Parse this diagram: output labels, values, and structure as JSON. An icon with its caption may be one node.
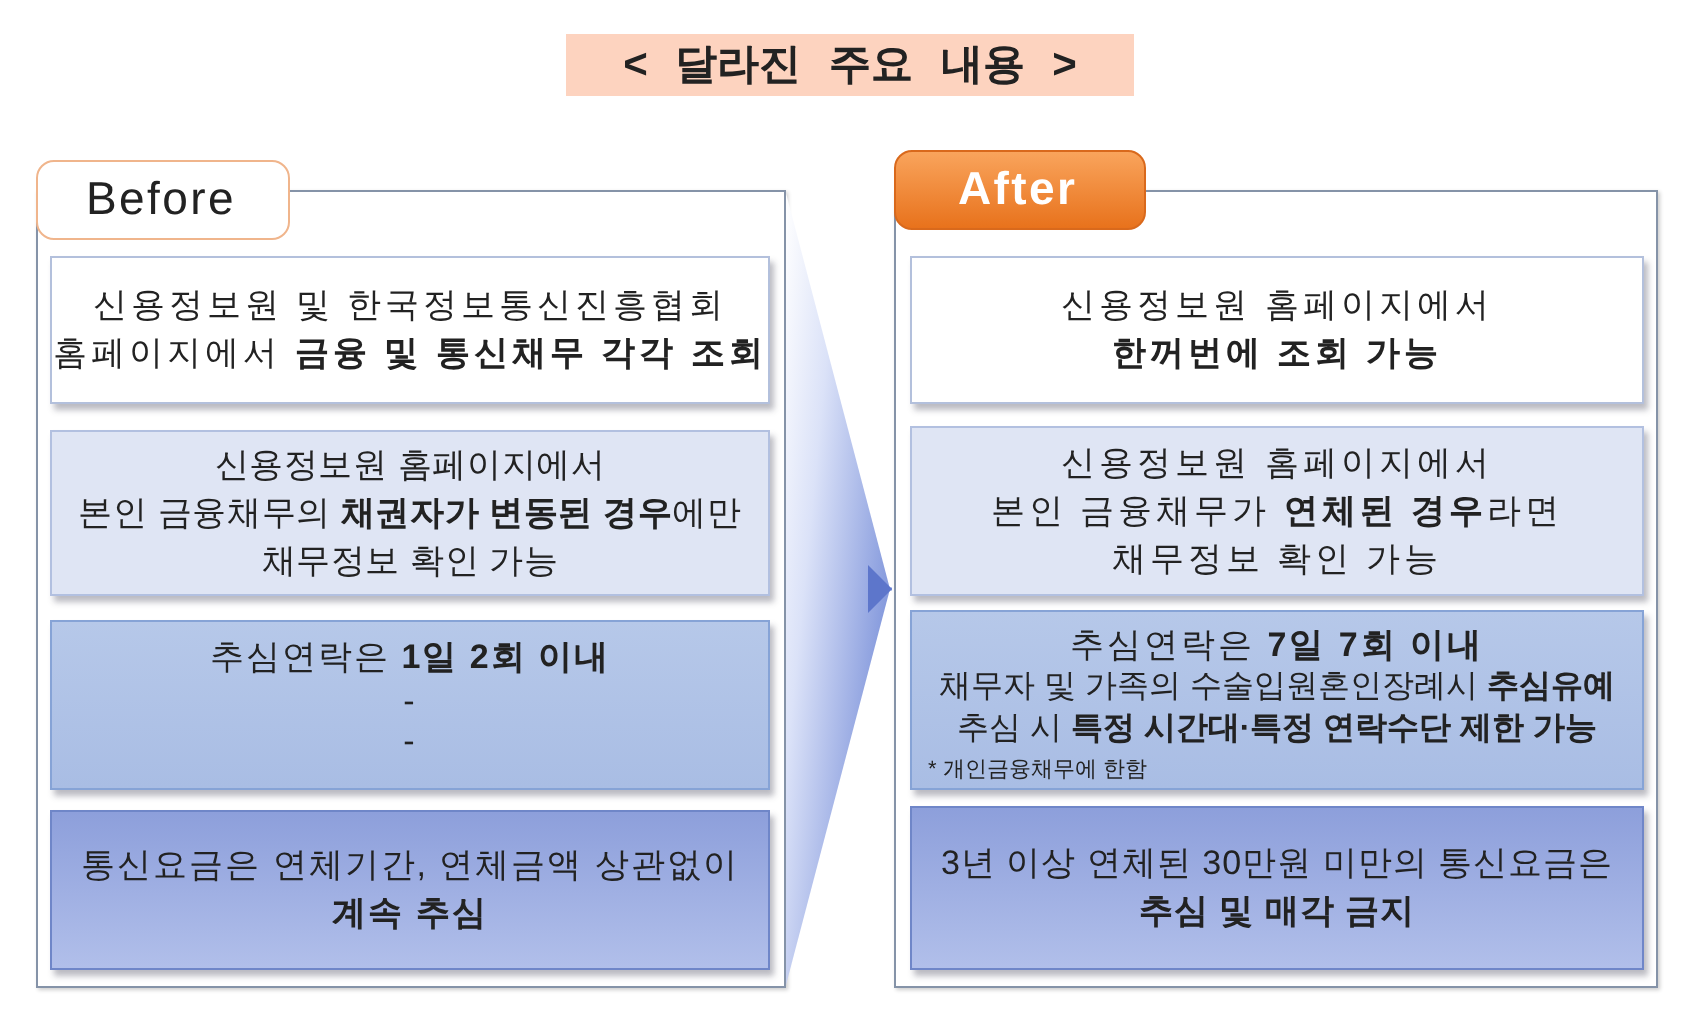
{
  "diagram": {
    "title": "< 달라진 주요 내용 >",
    "nodes": [
      {
        "text": [
          "Before"
        ]
      },
      {
        "text": [
          "신용정보원 및 한국정보통신진흥협회 홈페이지에서 **금융 및 통신채무 각각 조회**"
        ],
        "in": 0
      },
      {
        "text": [
          "신용정보원 홈페이지에서 본인 금융채무의 **채권자가 변동된 경우**에만 채무정보 확인 가능"
        ],
        "in": 0
      },
      {
        "text": [
          "추심연락은 **1일 2회 이내**",
          "-",
          "-"
        ],
        "in": 0
      },
      {
        "text": [
          "통신요금은 연체기간, 연체금액 상관없이 **계속 추심**"
        ],
        "in": 0
      },
      {
        "text": [
          "After"
        ]
      },
      {
        "text": [
          "신용정보원 홈페이지에서 **한꺼번에 조회 가능**"
        ],
        "in": 5
      },
      {
        "text": [
          "신용정보원 홈페이지에서 본인 금융채무가 **연체된 경우**라면 채무정보 확인 가능"
        ],
        "in": 5
      },
      {
        "text": [
          "추심연락은 **7일 7회 이내**",
          "채무자 및 가족의 수술입원혼인장례시 **추심유예**",
          "추심 시 **특정 시간대·특정 연락수단 제한 가능**",
          "* 개인금융채무에 한함"
        ],
        "in": 5
      },
      {
        "text": [
          "3년 이상 연체된 30만원 미만의 통신요금은 **추심 및 매각 금지**"
        ],
        "in": 5
      }
    ],
    "edges": [
      {
        "from": 0,
        "to": 5,
        "arrow": "to"
      }
    ]
  }
}
